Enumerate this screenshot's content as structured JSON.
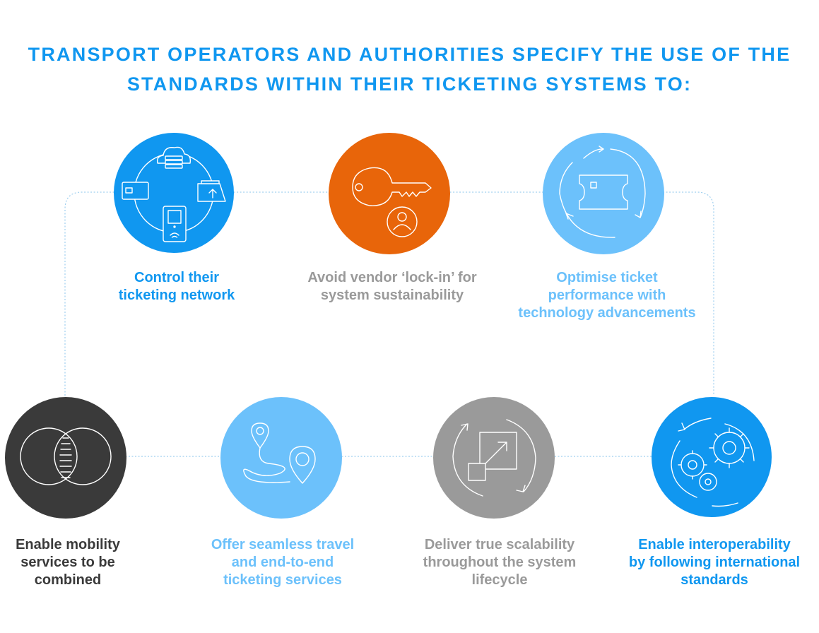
{
  "title": {
    "line1": "TRANSPORT OPERATORS AND AUTHORITIES SPECIFY THE USE OF THE",
    "line2": "STANDARDS WITHIN THEIR TICKETING SYSTEMS TO:"
  },
  "colors": {
    "title": "#1097f0",
    "blue": "#1097f0",
    "orange": "#e8650a",
    "light_blue": "#6cc1fb",
    "dark_gray": "#3a3a3a",
    "gray": "#9a9a9a",
    "connector": "#9fcfef"
  },
  "nodes": [
    {
      "id": "control",
      "icon": "network-devices-icon",
      "color": "#1097f0",
      "text_color": "#1097f0",
      "lines": [
        "Control their",
        "ticketing network"
      ]
    },
    {
      "id": "vendor",
      "icon": "key-user-icon",
      "color": "#e8650a",
      "text_color": "#9a9a9a",
      "lines": [
        "Avoid vendor ‘lock-in’ for",
        "system sustainability"
      ]
    },
    {
      "id": "optimise",
      "icon": "ticket-cycle-icon",
      "color": "#6cc1fb",
      "text_color": "#6cc1fb",
      "lines": [
        "Optimise ticket",
        "performance with",
        "technology advancements"
      ]
    },
    {
      "id": "mobility",
      "icon": "venn-overlap-icon",
      "color": "#3a3a3a",
      "text_color": "#3a3a3a",
      "lines": [
        "Enable mobility",
        "services to be",
        "combined"
      ]
    },
    {
      "id": "seamless",
      "icon": "route-pins-icon",
      "color": "#6cc1fb",
      "text_color": "#6cc1fb",
      "lines": [
        "Offer seamless travel",
        "and end-to-end",
        "ticketing services"
      ]
    },
    {
      "id": "scalability",
      "icon": "scale-arrows-icon",
      "color": "#9a9a9a",
      "text_color": "#9a9a9a",
      "lines": [
        "Deliver true scalability",
        "throughout the system",
        "lifecycle"
      ]
    },
    {
      "id": "interoperability",
      "icon": "gears-cycle-icon",
      "color": "#1097f0",
      "text_color": "#1097f0",
      "lines": [
        "Enable interoperability",
        "by following international",
        "standards"
      ]
    }
  ]
}
